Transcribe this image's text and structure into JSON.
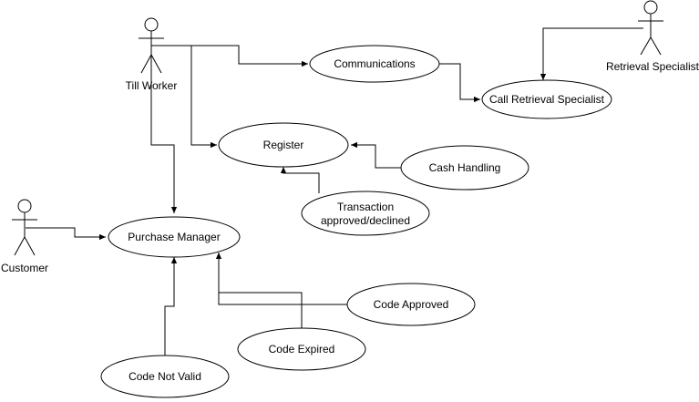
{
  "actors": {
    "till_worker": "Till Worker",
    "retrieval_specialist": "Retrieval Specialist",
    "customer": "Customer"
  },
  "use_cases": {
    "communications": "Communications",
    "call_retrieval_specialist": "Call Retrieval Specialist",
    "register": "Register",
    "cash_handling": "Cash Handling",
    "transaction_line1": "Transaction",
    "transaction_line2": "approved/declined",
    "purchase_manager": "Purchase Manager",
    "code_approved": "Code Approved",
    "code_expired": "Code Expired",
    "code_not_valid": "Code Not Valid"
  }
}
